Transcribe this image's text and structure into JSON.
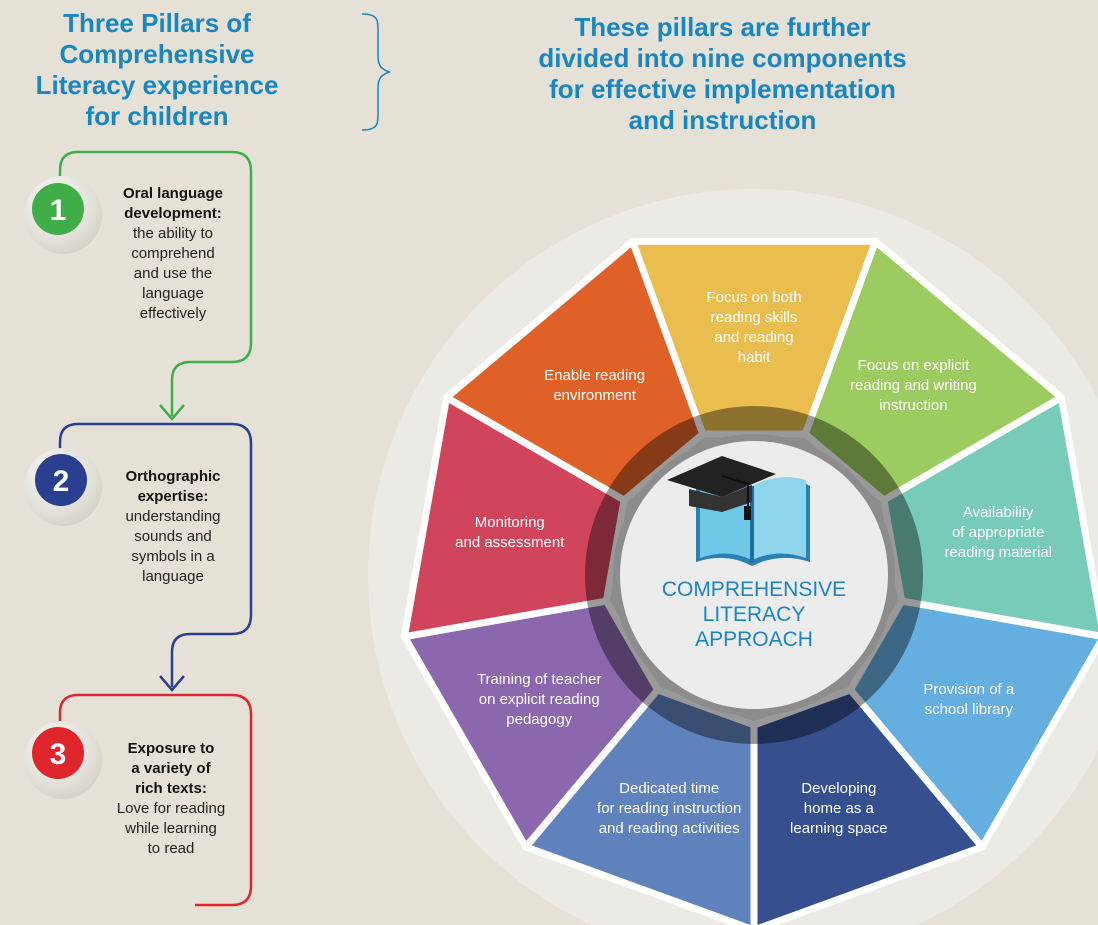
{
  "headings": {
    "left": [
      "Three Pillars of",
      "Comprehensive",
      "Literacy experience",
      "for children"
    ],
    "right": [
      "These pillars are further",
      "divided into nine components",
      "for effective implementation",
      "and instruction"
    ]
  },
  "pillars": [
    {
      "number": "1",
      "title": [
        "Oral language",
        "development:"
      ],
      "desc": [
        "the ability to",
        "comprehend",
        "and use the",
        "language",
        "effectively"
      ],
      "color": "#3fae49"
    },
    {
      "number": "2",
      "title": [
        "Orthographic",
        "expertise:"
      ],
      "desc": [
        "understanding",
        "sounds and",
        "symbols in a",
        "language"
      ],
      "color": "#2a3f8f"
    },
    {
      "number": "3",
      "title": [
        "Exposure to",
        "a variety of",
        "rich texts:"
      ],
      "desc": [
        "Love for reading",
        "while learning",
        "to read"
      ],
      "color": "#e0262d"
    }
  ],
  "center": [
    "COMPREHENSIVE",
    "LITERACY",
    "APPROACH"
  ],
  "components": [
    {
      "lines": [
        "Focus on both",
        "reading skills",
        "and reading",
        "habit"
      ],
      "color": "#eabd4f"
    },
    {
      "lines": [
        "Focus on explicit",
        "reading and writing",
        "instruction"
      ],
      "color": "#9ccb5f"
    },
    {
      "lines": [
        "Availability",
        "of appropriate",
        "reading material"
      ],
      "color": "#78cbb9"
    },
    {
      "lines": [
        "Provision of a",
        "school library"
      ],
      "color": "#65aee0"
    },
    {
      "lines": [
        "Developing",
        "home as a",
        "learning space"
      ],
      "color": "#364f8f"
    },
    {
      "lines": [
        "Dedicated time",
        "for reading instruction",
        "and reading activities"
      ],
      "color": "#5f82bd"
    },
    {
      "lines": [
        "Training of teacher",
        "on explicit reading",
        "pedagogy"
      ],
      "color": "#8b68ad"
    },
    {
      "lines": [
        "Monitoring",
        "and assessment"
      ],
      "color": "#d0455c"
    },
    {
      "lines": [
        "Enable reading",
        "environment"
      ],
      "color": "#df6127"
    }
  ]
}
